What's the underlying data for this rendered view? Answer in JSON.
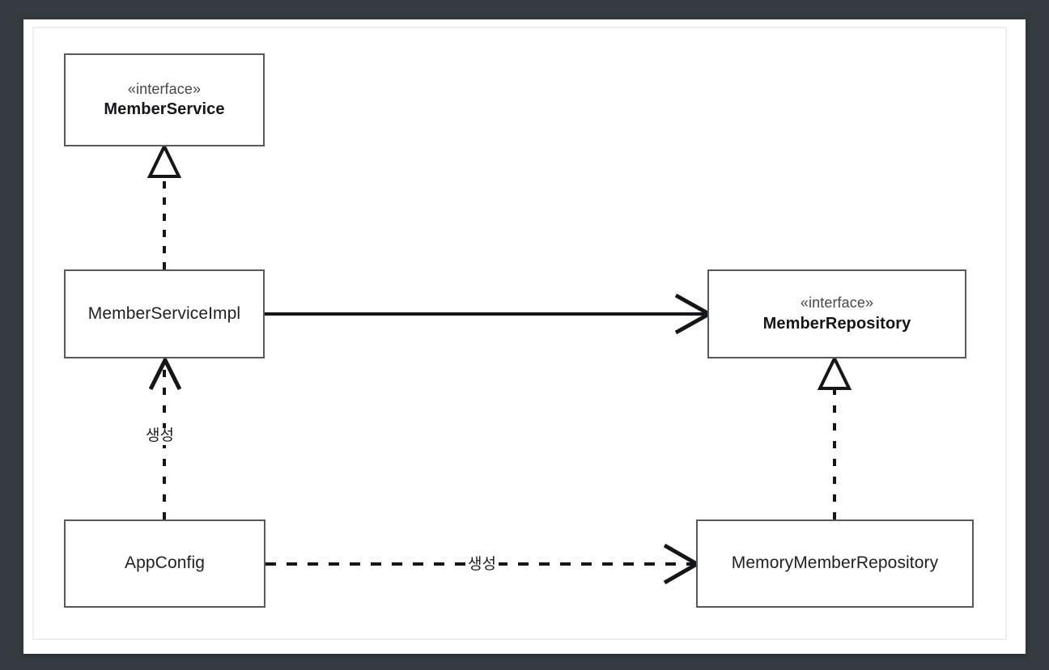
{
  "diagram": {
    "kind": "uml-class-diagram",
    "background_color": "#343a40",
    "page_color": "#ffffff",
    "line_color": "#141619",
    "box_border_color": "#555a5e",
    "boxes": [
      {
        "id": "member-service",
        "stereotype": "«interface»",
        "name": "MemberService",
        "bold": true
      },
      {
        "id": "member-service-impl",
        "stereotype": "",
        "name": "MemberServiceImpl",
        "bold": false
      },
      {
        "id": "member-repository",
        "stereotype": "«interface»",
        "name": "MemberRepository",
        "bold": true
      },
      {
        "id": "app-config",
        "stereotype": "",
        "name": "AppConfig",
        "bold": false
      },
      {
        "id": "memory-member-repository",
        "stereotype": "",
        "name": "MemoryMemberRepository",
        "bold": false
      }
    ],
    "edges": [
      {
        "id": "impl-realizes-service",
        "from": "MemberServiceImpl",
        "to": "MemberService",
        "style": "dashed",
        "arrow": "hollow-triangle",
        "label": ""
      },
      {
        "id": "appconfig-creates-impl",
        "from": "AppConfig",
        "to": "MemberServiceImpl",
        "style": "dashed",
        "arrow": "open-arrow",
        "label": "생성"
      },
      {
        "id": "impl-uses-repository",
        "from": "MemberServiceImpl",
        "to": "MemberRepository",
        "style": "solid",
        "arrow": "open-arrow",
        "label": ""
      },
      {
        "id": "memoryrepo-realizes-repository",
        "from": "MemoryMemberRepository",
        "to": "MemberRepository",
        "style": "dashed",
        "arrow": "hollow-triangle",
        "label": ""
      },
      {
        "id": "appconfig-creates-memoryrepo",
        "from": "AppConfig",
        "to": "MemoryMemberRepository",
        "style": "dashed",
        "arrow": "open-arrow",
        "label": "생성"
      }
    ],
    "labels": {
      "create_vertical": "생성",
      "create_horizontal": "생성"
    }
  }
}
